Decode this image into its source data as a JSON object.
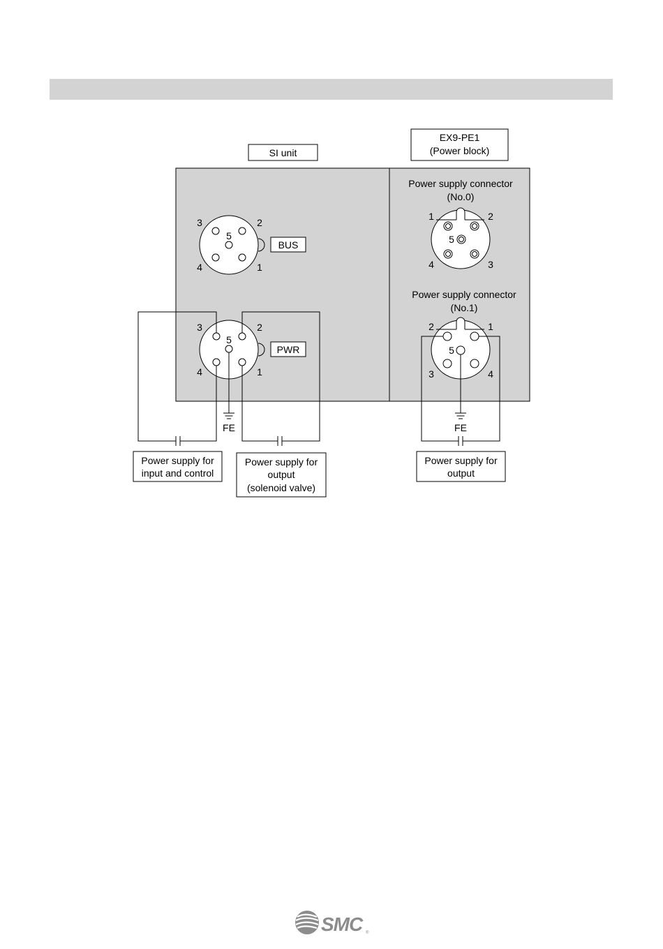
{
  "si_unit": {
    "label": "SI unit"
  },
  "power_block": {
    "model": "EX9-PE1",
    "name": "(Power block)"
  },
  "bus_connector": {
    "label": "BUS",
    "pins": {
      "p1": "1",
      "p2": "2",
      "p3": "3",
      "p4": "4",
      "p5": "5"
    }
  },
  "pwr_connector": {
    "label": "PWR",
    "pins": {
      "p1": "1",
      "p2": "2",
      "p3": "3",
      "p4": "4",
      "p5": "5"
    }
  },
  "power_connector_0": {
    "title_line1": "Power supply connector",
    "title_line2": "(No.0)",
    "pins": {
      "p1": "1",
      "p2": "2",
      "p3": "3",
      "p4": "4",
      "p5": "5"
    }
  },
  "power_connector_1": {
    "title_line1": "Power supply connector",
    "title_line2": "(No.1)",
    "pins": {
      "p1": "1",
      "p2": "2",
      "p3": "3",
      "p4": "4",
      "p5": "5"
    }
  },
  "ground": {
    "left": "FE",
    "right": "FE"
  },
  "supply_boxes": {
    "input_control": {
      "line1": "Power supply for",
      "line2": "input and control"
    },
    "output_solenoid": {
      "line1": "Power supply for",
      "line2": "output",
      "line3": "(solenoid valve)"
    },
    "output_block": {
      "line1": "Power supply for",
      "line2": "output"
    }
  },
  "logo": {
    "text": "SMC",
    "mark": "®"
  },
  "colors": {
    "panel": "#d3d3d3",
    "header_bar": "#d3d3d3",
    "line": "#000000"
  }
}
